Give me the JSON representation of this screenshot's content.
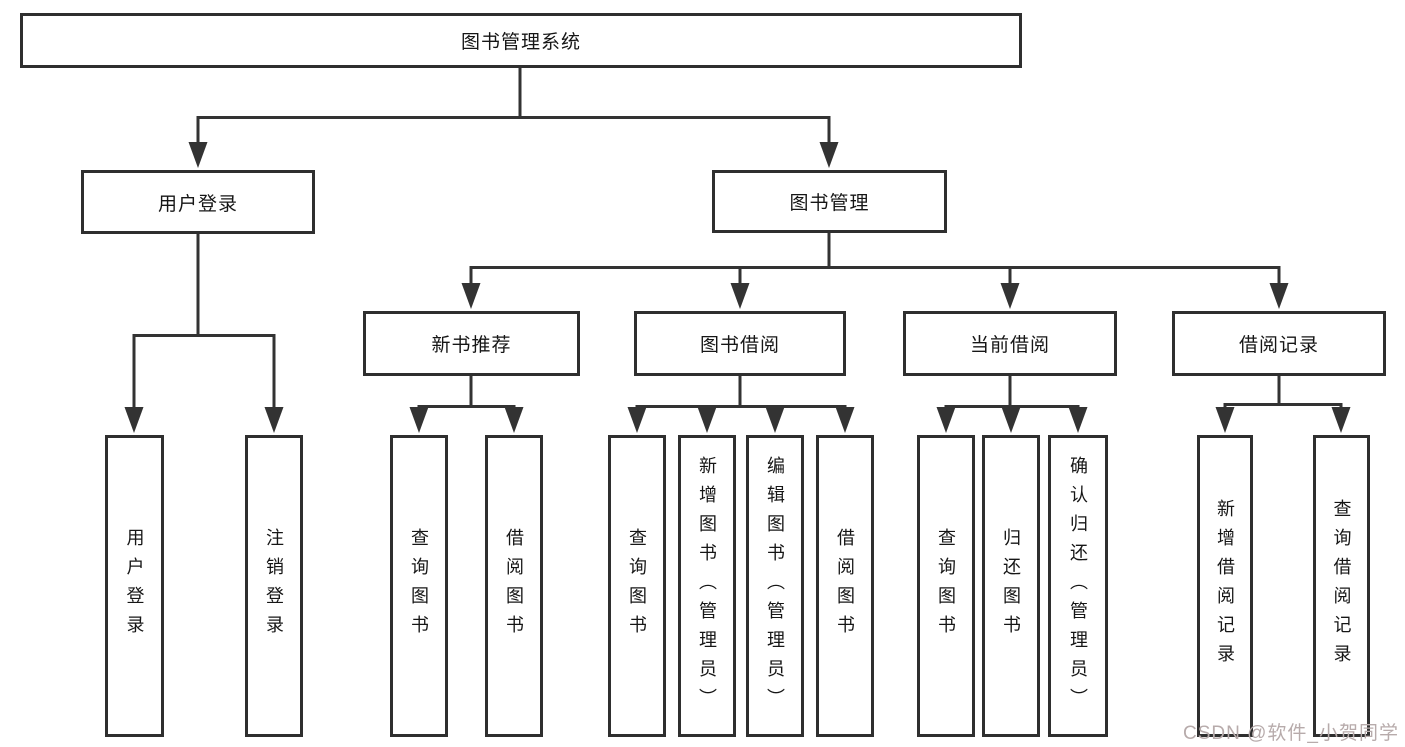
{
  "diagram": {
    "title": "图书管理系统",
    "root": {
      "label": "图书管理系统"
    },
    "level2": {
      "user_login": {
        "label": "用户登录"
      },
      "book_management": {
        "label": "图书管理"
      }
    },
    "level3": {
      "new_book_recommend": {
        "label": "新书推荐"
      },
      "book_borrowing": {
        "label": "图书借阅"
      },
      "current_borrowing": {
        "label": "当前借阅"
      },
      "borrowing_records": {
        "label": "借阅记录"
      }
    },
    "leaves": {
      "user_login": [
        "用户登录",
        "注销登录"
      ],
      "new_book_recommend": [
        "查询图书",
        "借阅图书"
      ],
      "book_borrowing": [
        "查询图书",
        "新增图书（管理员）",
        "编辑图书（管理员）",
        "借阅图书"
      ],
      "current_borrowing": [
        "查询图书",
        "归还图书",
        "确认归还（管理员）"
      ],
      "borrowing_records": [
        "新增借阅记录",
        "查询借阅记录"
      ]
    },
    "line_color": "#333333",
    "border_color": "#2f2f2f",
    "watermark": "CSDN @软件_小贺同学"
  }
}
